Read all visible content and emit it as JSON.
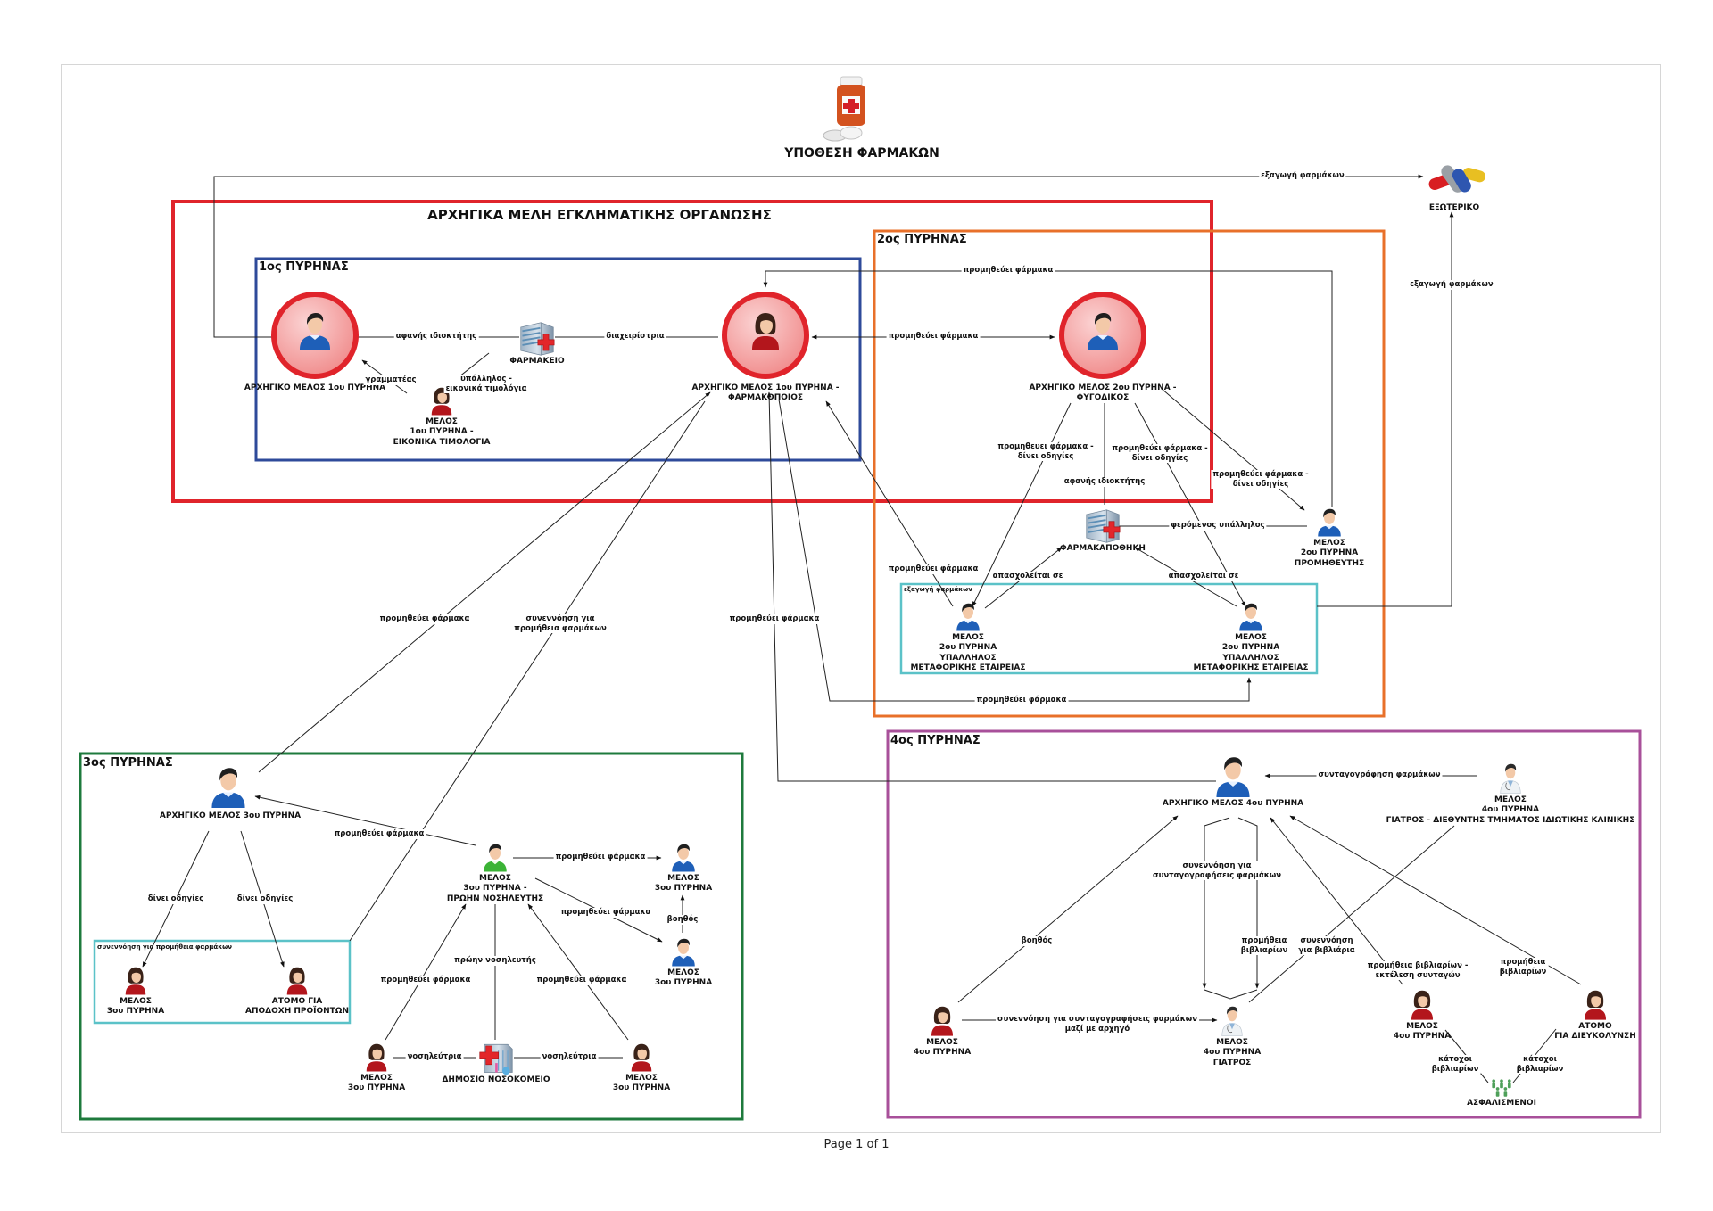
{
  "title": "ΥΠΟΘΕΣΗ ΦΑΡΜΑΚΩΝ",
  "organization_title": "ΑΡΧΗΓΙΚΑ ΜΕΛΗ ΕΓΚΛΗΜΑΤΙΚΗΣ ΟΡΓΑΝΩΣΗΣ",
  "footer": "Page 1 of 1",
  "colors": {
    "org_box": "#e0242b",
    "cell1": "#2e4a9a",
    "cell2": "#e8702a",
    "cell3": "#1e7a3c",
    "cell4": "#a8509a",
    "subgroup": "#5bc2c8",
    "edge": "#222222"
  },
  "groups": {
    "cell1": "1ος ΠΥΡΗΝΑΣ",
    "cell2": "2ος ΠΥΡΗΝΑΣ",
    "cell3": "3ος ΠΥΡΗΝΑΣ",
    "cell4": "4ος ΠΥΡΗΝΑΣ",
    "cell2_sub": "εξαγωγή φαρμάκων",
    "cell3_sub": "συνεννόηση για προμήθεια φαρμάκων"
  },
  "nodes": {
    "leader1": {
      "label": [
        "ΑΡΧΗΓΙΚΟ ΜΕΛΟΣ 1ου ΠΥΡΗΝΑ"
      ],
      "icon": "male-leader-icon"
    },
    "pharmacy": {
      "label": [
        "ΦΑΡΜΑΚΕΙΟ"
      ],
      "icon": "pharmacy-building-icon"
    },
    "member1": {
      "label": [
        "ΜΕΛΟΣ",
        "1ου ΠΥΡΗΝΑ -",
        "ΕΙΚΟΝΙΚΑ ΤΙΜΟΛΟΓΙΑ"
      ],
      "icon": "female-member-icon"
    },
    "leader1b": {
      "label": [
        "ΑΡΧΗΓΙΚΟ ΜΕΛΟΣ 1ου ΠΥΡΗΝΑ -",
        "ΦΑΡΜΑΚΟΠΟΙΟΣ"
      ],
      "icon": "female-leader-icon"
    },
    "leader2": {
      "label": [
        "ΑΡΧΗΓΙΚΟ ΜΕΛΟΣ 2ου ΠΥΡΗΝΑ -",
        "ΦΥΓΟΔΙΚΟΣ"
      ],
      "icon": "male-leader-icon"
    },
    "warehouse": {
      "label": [
        "ΦΑΡΜΑΚΑΠΟΘΗΚΗ"
      ],
      "icon": "pharmacy-building-icon"
    },
    "supplier2": {
      "label": [
        "ΜΕΛΟΣ",
        "2ου ΠΥΡΗΝΑ",
        "ΠΡΟΜΗΘΕΥΤΗΣ"
      ],
      "icon": "male-member-icon"
    },
    "transport2a": {
      "label": [
        "ΜΕΛΟΣ",
        "2ου ΠΥΡΗΝΑ",
        "ΥΠΑΛΛΗΛΟΣ",
        "ΜΕΤΑΦΟΡΙΚΗΣ ΕΤΑΙΡΕΙΑΣ"
      ],
      "icon": "male-member-icon"
    },
    "transport2b": {
      "label": [
        "ΜΕΛΟΣ",
        "2ου ΠΥΡΗΝΑ",
        "ΥΠΑΛΛΗΛΟΣ",
        "ΜΕΤΑΦΟΡΙΚΗΣ ΕΤΑΙΡΕΙΑΣ"
      ],
      "icon": "male-member-icon"
    },
    "abroad": {
      "label": [
        "ΕΞΩΤΕΡΙΚΟ"
      ],
      "icon": "capsules-icon"
    },
    "leader3": {
      "label": [
        "ΑΡΧΗΓΙΚΟ ΜΕΛΟΣ 3ου ΠΥΡΗΝΑ"
      ],
      "icon": "male-member-icon"
    },
    "member3a": {
      "label": [
        "ΜΕΛΟΣ",
        "3ου ΠΥΡΗΝΑ"
      ],
      "icon": "female-member-icon"
    },
    "acceptor3": {
      "label": [
        "ΑΤΟΜΟ ΓΙΑ",
        "ΑΠΟΔΟΧΗ ΠΡΟΪΟΝΤΩΝ"
      ],
      "icon": "female-member-icon"
    },
    "nurse3": {
      "label": [
        "ΜΕΛΟΣ",
        "3ου ΠΥΡΗΝΑ -",
        "ΠΡΩΗΝ ΝΟΣΗΛΕΥΤΗΣ"
      ],
      "icon": "male-green-member-icon"
    },
    "member3b": {
      "label": [
        "ΜΕΛΟΣ",
        "3ου ΠΥΡΗΝΑ"
      ],
      "icon": "male-member-icon"
    },
    "member3c": {
      "label": [
        "ΜΕΛΟΣ",
        "3ου  ΠΥΡΗΝΑ"
      ],
      "icon": "male-member-icon"
    },
    "member3d": {
      "label": [
        "ΜΕΛΟΣ",
        "3ου ΠΥΡΗΝΑ"
      ],
      "icon": "female-member-icon"
    },
    "hospital": {
      "label": [
        "ΔΗΜΟΣΙΟ ΝΟΣΟΚΟΜΕΙΟ"
      ],
      "icon": "hospital-building-icon"
    },
    "member3e": {
      "label": [
        "ΜΕΛΟΣ",
        "3ου   ΠΥΡΗΝΑ"
      ],
      "icon": "female-member-icon"
    },
    "leader4": {
      "label": [
        "ΑΡΧΗΓΙΚΟ ΜΕΛΟΣ 4ου ΠΥΡΗΝΑ"
      ],
      "icon": "male-member-icon"
    },
    "doctor4a": {
      "label": [
        "ΜΕΛΟΣ",
        "4ου ΠΥΡΗΝΑ",
        "ΓΙΑΤΡΟΣ - ΔΙΕΘΥΝΤΗΣ ΤΜΗΜΑΤΟΣ ΙΔΙΩΤΙΚΗΣ ΚΛΙΝΙΚΗΣ"
      ],
      "icon": "doctor-icon"
    },
    "member4a": {
      "label": [
        "ΜΕΛΟΣ",
        "4ου ΠΥΡΗΝΑ"
      ],
      "icon": "female-member-icon"
    },
    "doctor4b": {
      "label": [
        "ΜΕΛΟΣ",
        "4ου ΠΥΡΗΝΑ",
        "ΓΙΑΤΡΟΣ"
      ],
      "icon": "doctor-icon"
    },
    "member4b": {
      "label": [
        "ΜΕΛΟΣ",
        "4ου  ΠΥΡΗΝΑ"
      ],
      "icon": "female-member-icon"
    },
    "facilitator4": {
      "label": [
        "ΑΤΟΜΟ",
        "ΓΙΑ ΔΙΕΥΚΟΛΥΝΣΗ"
      ],
      "icon": "female-member-icon"
    },
    "insured": {
      "label": [
        "ΑΣΦΑΛΙΣΜΕΝΟΙ"
      ],
      "icon": "people-group-icon"
    }
  },
  "edges": [
    {
      "id": "e1",
      "label": [
        "εξαγωγή φαρμάκων"
      ]
    },
    {
      "id": "e2",
      "label": [
        "αφανής ιδιοκτήτης"
      ]
    },
    {
      "id": "e3",
      "label": [
        "διαχειρίστρια"
      ]
    },
    {
      "id": "e4",
      "label": [
        "γραμματέας"
      ]
    },
    {
      "id": "e5",
      "label": [
        "υπάλληλος -",
        "εικονικά τιμολόγια"
      ]
    },
    {
      "id": "e6",
      "label": [
        "προμηθεύει φάρμακα"
      ]
    },
    {
      "id": "e7",
      "label": [
        "προμηθεύει φάρμακα"
      ]
    },
    {
      "id": "e8",
      "label": [
        "προμηθευει φάρμακα -",
        "δίνει οδηγίες"
      ]
    },
    {
      "id": "e9",
      "label": [
        "αφανής ιδιοκτήτης"
      ]
    },
    {
      "id": "e10",
      "label": [
        "προμηθεύει φάρμακα -",
        "δίνει οδηγίες"
      ]
    },
    {
      "id": "e11",
      "label": [
        "προμηθεύει φάρμακα -",
        "δίνει οδηγίες"
      ]
    },
    {
      "id": "e12",
      "label": [
        "φερόμενος υπάλληλος"
      ]
    },
    {
      "id": "e13",
      "label": [
        "απασχολείται σε"
      ]
    },
    {
      "id": "e14",
      "label": [
        "απασχολείται σε"
      ]
    },
    {
      "id": "e15",
      "label": [
        "προμηθεύει φάρμακα"
      ]
    },
    {
      "id": "e16",
      "label": [
        "προμηθεύει φάρμακα"
      ]
    },
    {
      "id": "e17",
      "label": [
        "εξαγωγή φαρμάκων"
      ]
    },
    {
      "id": "e18",
      "label": [
        "προμηθεύει φάρμακα"
      ]
    },
    {
      "id": "e19",
      "label": [
        "συνεννόηση για",
        "προμήθεια φαρμάκων"
      ]
    },
    {
      "id": "e20",
      "label": [
        "προμηθεύει φάρμακα"
      ]
    },
    {
      "id": "e21",
      "label": [
        "δίνει οδηγίες"
      ]
    },
    {
      "id": "e22",
      "label": [
        "δίνει οδηγίες"
      ]
    },
    {
      "id": "e23",
      "label": [
        "προμηθεύει φάρμακα"
      ]
    },
    {
      "id": "e24",
      "label": [
        "προμηθεύει φάρμακα"
      ]
    },
    {
      "id": "e25",
      "label": [
        "προμηθεύει φάρμακα"
      ]
    },
    {
      "id": "e26",
      "label": [
        "βοηθός"
      ]
    },
    {
      "id": "e27",
      "label": [
        "πρώην νοσηλευτής"
      ]
    },
    {
      "id": "e28",
      "label": [
        "προμηθεύει φάρμακα"
      ]
    },
    {
      "id": "e29",
      "label": [
        "προμηθεύει φάρμακα"
      ]
    },
    {
      "id": "e30",
      "label": [
        "νοσηλεύτρια"
      ]
    },
    {
      "id": "e31",
      "label": [
        "νοσηλεύτρια"
      ]
    },
    {
      "id": "e32",
      "label": [
        "συνταγογράφηση φαρμάκων"
      ]
    },
    {
      "id": "e33",
      "label": [
        "βοηθός"
      ]
    },
    {
      "id": "e34",
      "label": [
        "συνεννόηση για",
        "συνταγογραφήσεις φαρμάκων"
      ]
    },
    {
      "id": "e35",
      "label": [
        "προμήθεια",
        "βιβλιαρίων"
      ]
    },
    {
      "id": "e36",
      "label": [
        "συνεννόηση",
        "για βιβλιάρια"
      ]
    },
    {
      "id": "e37",
      "label": [
        "προμήθεια βιβλιαρίων -",
        "εκτέλεση συνταγών"
      ]
    },
    {
      "id": "e38",
      "label": [
        "προμήθεια",
        "βιβλιαρίων"
      ]
    },
    {
      "id": "e39",
      "label": [
        "συνεννόηση για συνταγογραφήσεις φαρμάκων",
        "μαζί με αρχηγό"
      ]
    },
    {
      "id": "e40",
      "label": [
        "κάτοχοι",
        "βιβλιαρίων"
      ]
    },
    {
      "id": "e41",
      "label": [
        "κάτοχοι",
        "βιβλιαρίων"
      ]
    }
  ]
}
